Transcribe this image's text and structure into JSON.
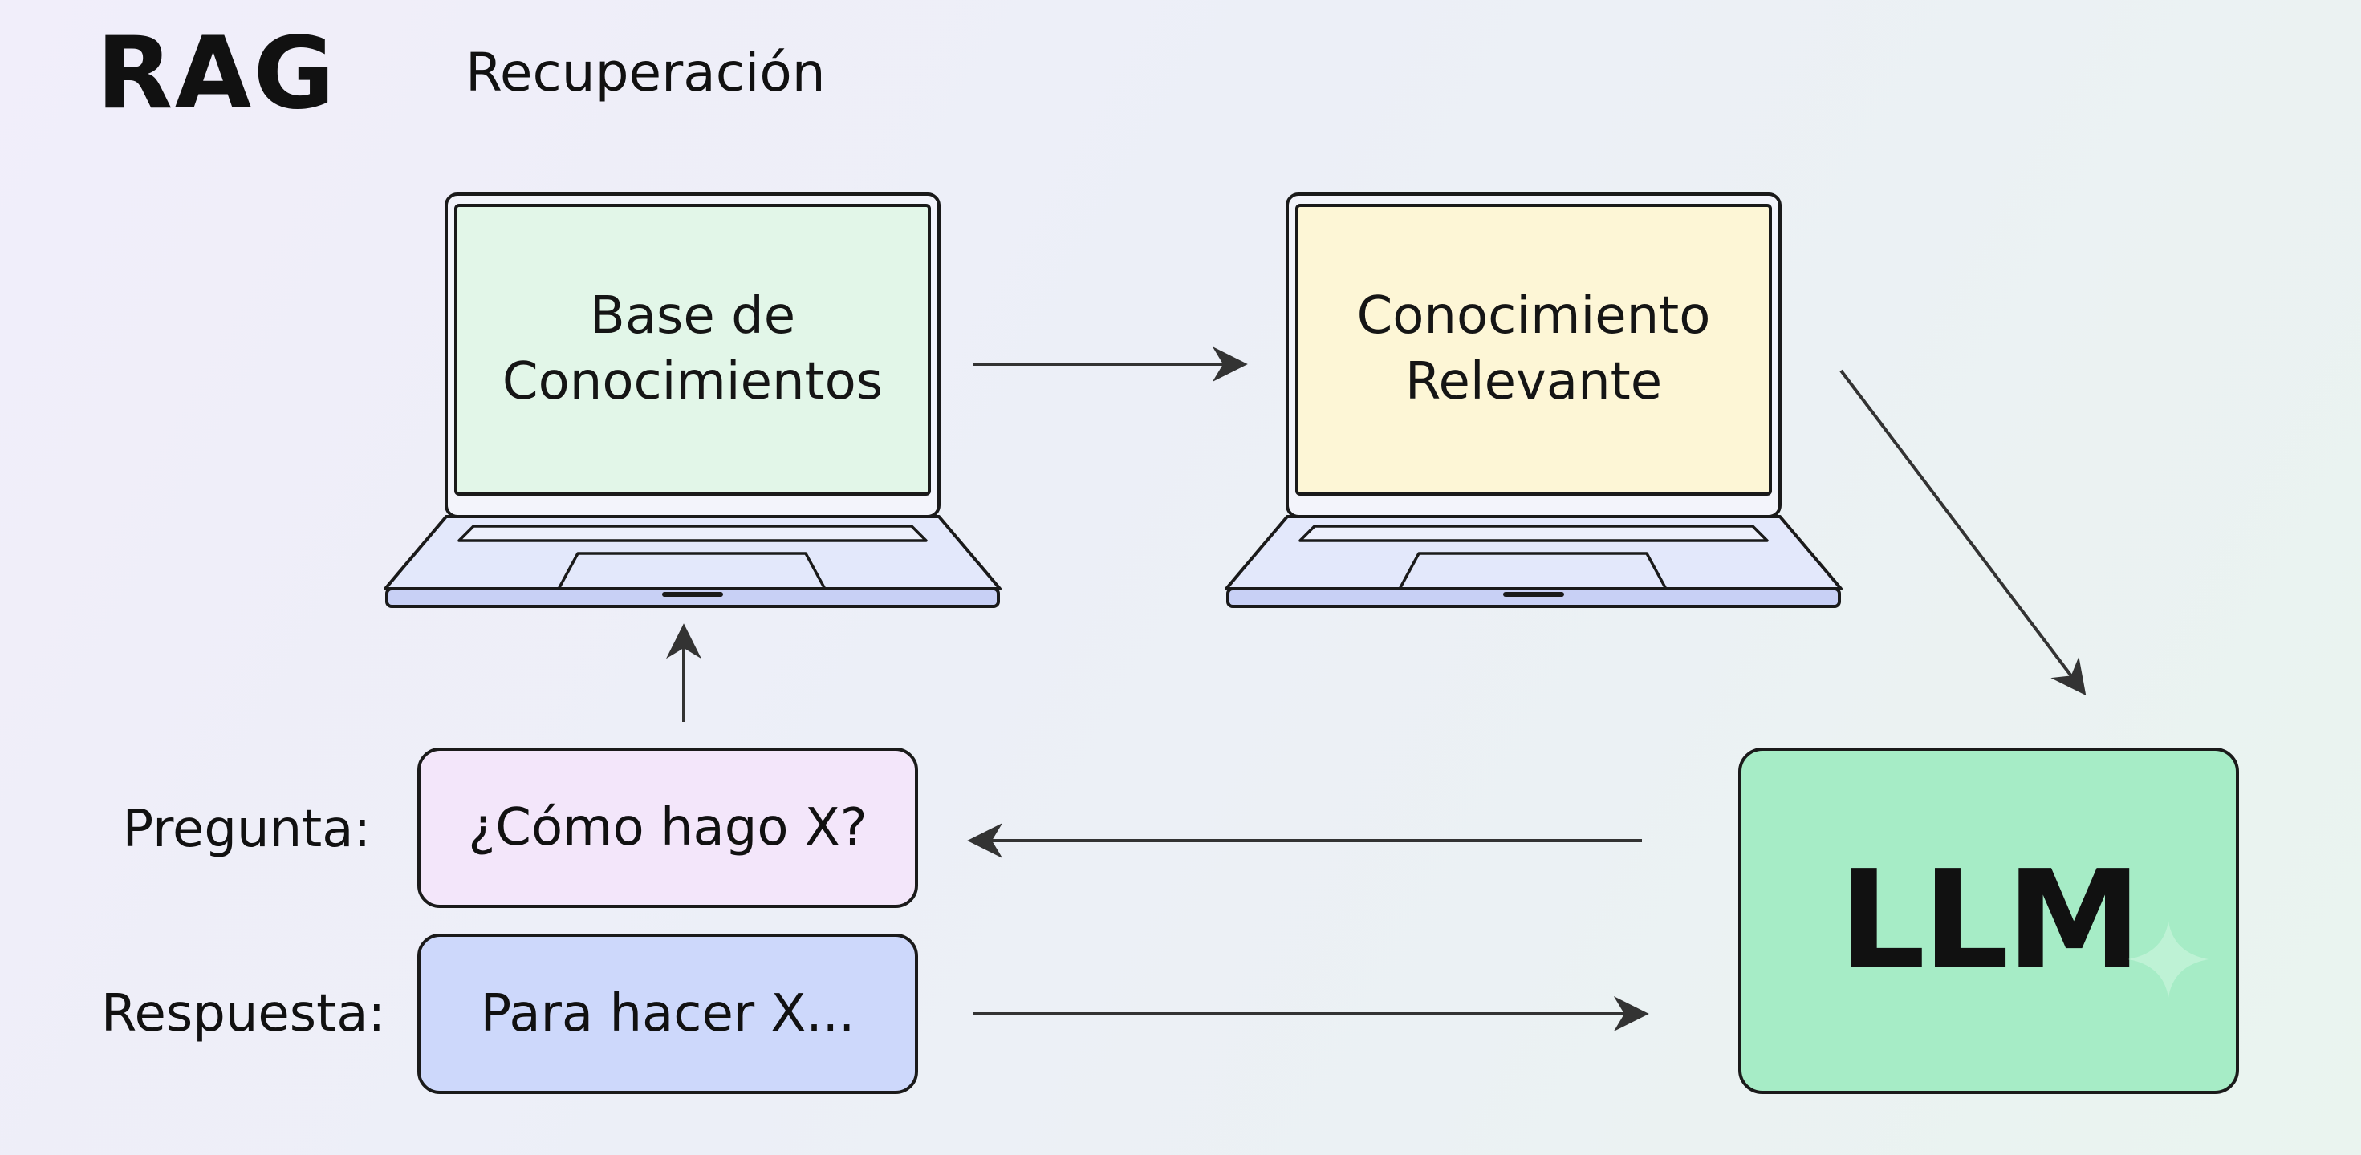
{
  "header": {
    "title": "RAG",
    "subtitle": "Recuperación"
  },
  "nodes": {
    "knowledge_base": {
      "line1": "Base de",
      "line2": "Conocimientos"
    },
    "relevant_knowledge": {
      "line1": "Conocimiento",
      "line2": "Relevante"
    },
    "question": {
      "label": "Pregunta:",
      "text": "¿Cómo hago X?"
    },
    "answer": {
      "label": "Respuesta:",
      "text": "Para hacer X..."
    },
    "llm": {
      "text": "LLM"
    }
  },
  "colors": {
    "knowledge_base_screen": "#e2f6e8",
    "relevant_knowledge_screen": "#fdf6d6",
    "laptop_body": "#e3e8fb",
    "question_box": "#f3e6fa",
    "answer_box": "#cdd8fb",
    "llm_box": "#a6ecc6",
    "arrow": "#333333"
  },
  "icons": [
    "laptop-icon",
    "sparkle-icon"
  ]
}
